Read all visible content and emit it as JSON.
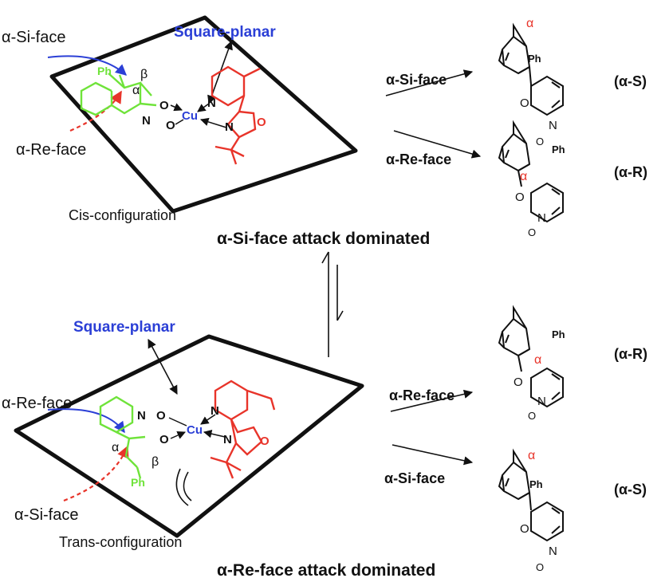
{
  "colors": {
    "blue": "#2b3fd6",
    "red": "#e8342a",
    "green": "#6fe33a",
    "black": "#111111"
  },
  "top_panel": {
    "alpha_si_face": "α-Si-face",
    "alpha_re_face": "α-Re-face",
    "geometry": "Square-planar",
    "configuration": "Cis-configuration",
    "conclusion": "α-Si-face attack dominated",
    "atoms": {
      "ph": "Ph",
      "beta": "β",
      "alpha": "α",
      "o1": "O",
      "n": "N",
      "o2": "O",
      "cu": "Cu",
      "n_py": "N",
      "n_ox": "N",
      "o_ox": "O"
    }
  },
  "bottom_panel": {
    "alpha_re_face": "α-Re-face",
    "alpha_si_face": "α-Si-face",
    "geometry": "Square-planar",
    "configuration": "Trans-configuration",
    "conclusion": "α-Re-face attack dominated",
    "atoms": {
      "ph": "Ph",
      "beta": "β",
      "alpha": "α",
      "o1": "O",
      "n": "N",
      "o2": "O",
      "cu": "Cu",
      "n_py": "N",
      "n_ox": "N",
      "o_ox": "O"
    }
  },
  "products": [
    {
      "path": "α-Si-face",
      "label": "(α-S)",
      "ph": "Ph",
      "alpha": "α",
      "o": "O",
      "n": "N",
      "no": "O"
    },
    {
      "path": "α-Re-face",
      "label": "(α-R)",
      "ph": "Ph",
      "alpha": "α",
      "o": "O",
      "n": "N",
      "no": "O"
    },
    {
      "path": "α-Re-face",
      "label": "(α-R)",
      "ph": "Ph",
      "alpha": "α",
      "o": "O",
      "n": "N",
      "no": "O"
    },
    {
      "path": "α-Si-face",
      "label": "(α-S)",
      "ph": "Ph",
      "alpha": "α",
      "o": "O",
      "n": "N",
      "no": "O"
    }
  ]
}
